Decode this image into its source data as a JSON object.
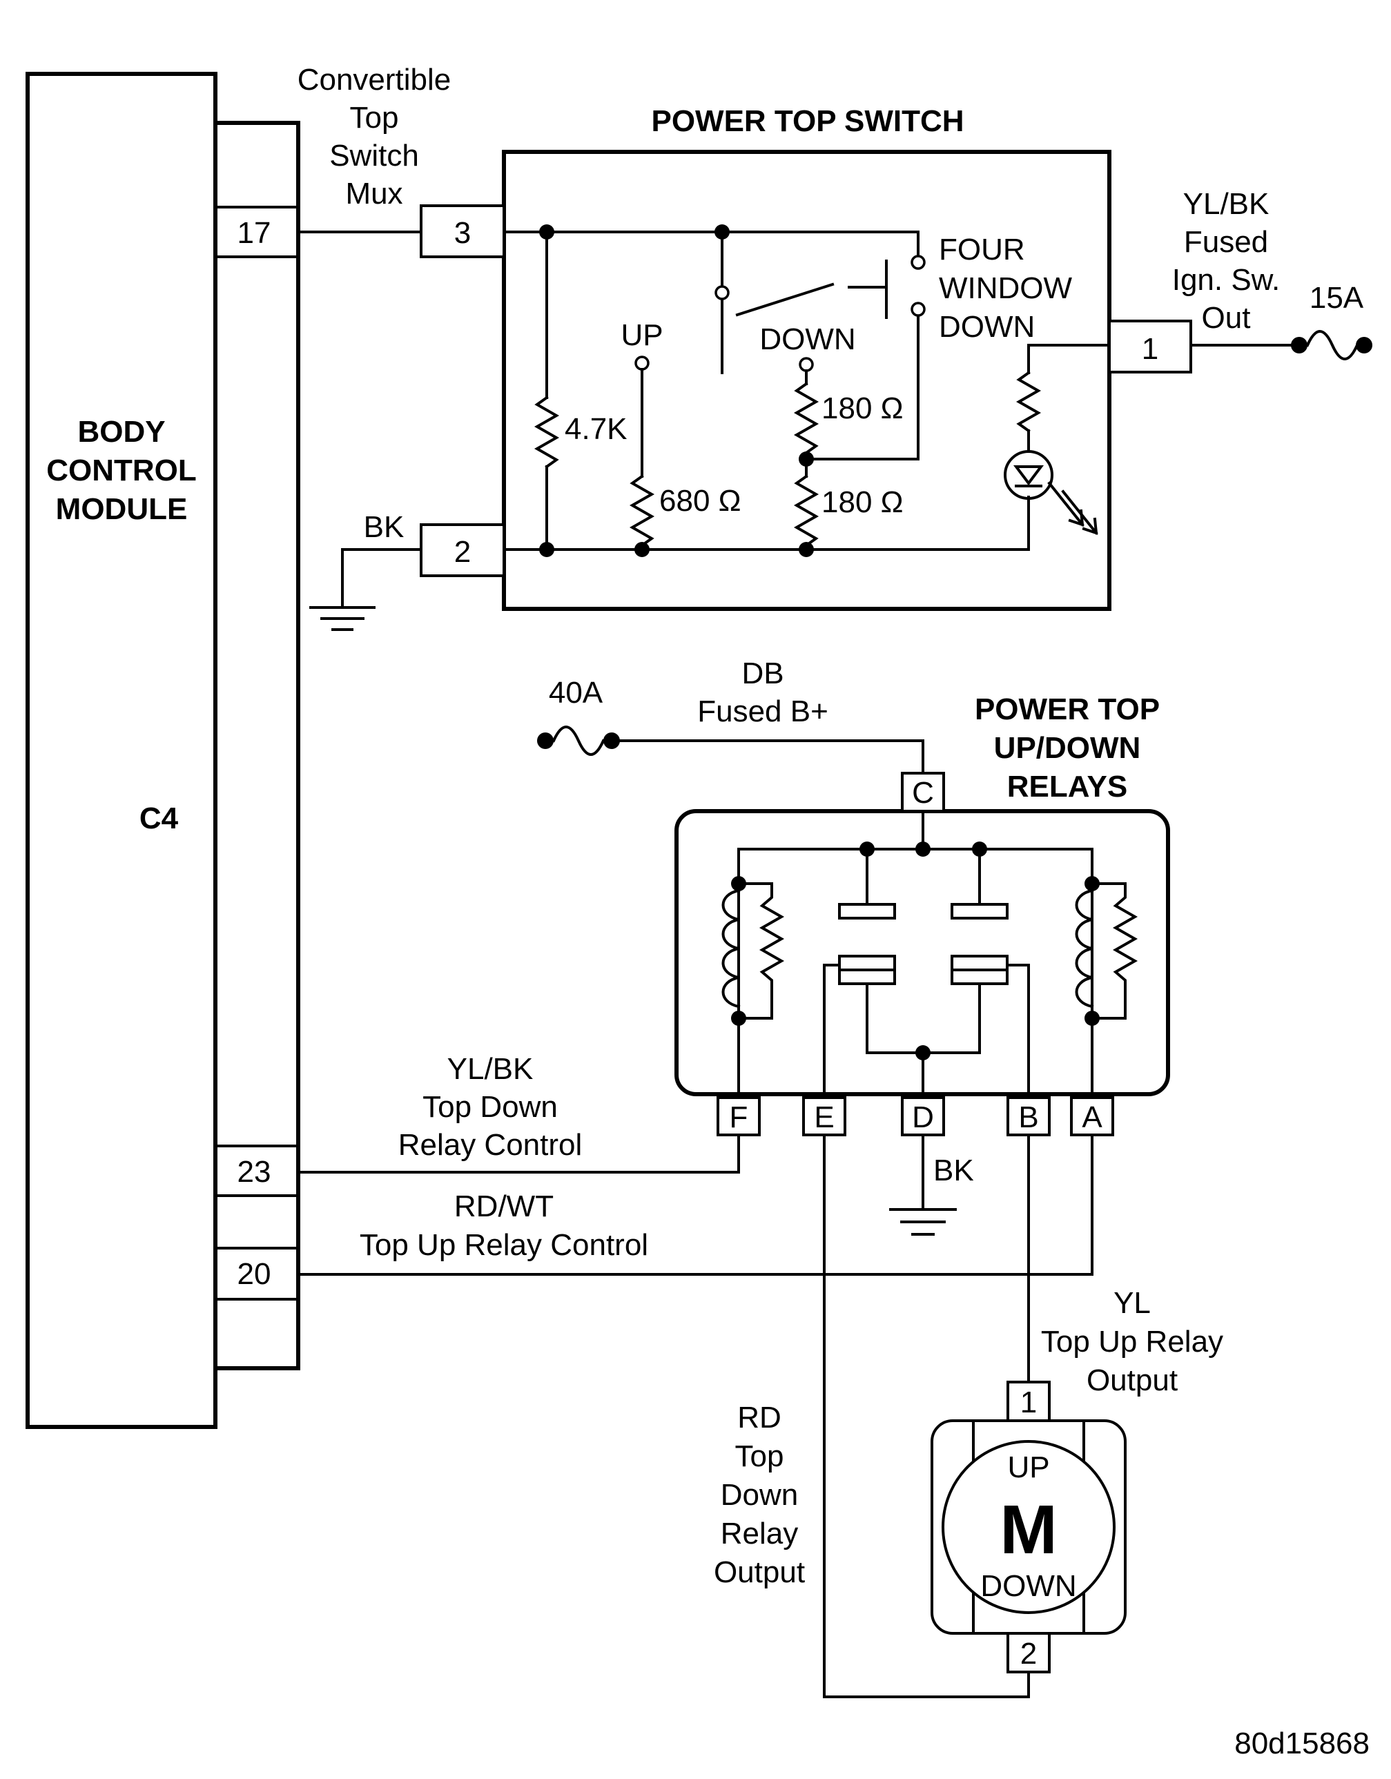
{
  "bcm": {
    "title": [
      "BODY",
      "CONTROL",
      "MODULE"
    ],
    "connector": "C4",
    "pins": {
      "p17": "17",
      "p23": "23",
      "p20": "20"
    }
  },
  "wires": {
    "mux": [
      "Convertible",
      "Top",
      "Switch",
      "Mux"
    ],
    "ground_top": "BK",
    "ign": [
      "YL/BK",
      "Fused",
      "Ign. Sw.",
      "Out"
    ],
    "fuse_15": "15A",
    "fuse_40": "40A",
    "b_plus": [
      "DB",
      "Fused B+"
    ],
    "top_down_ctrl": [
      "YL/BK",
      "Top Down",
      "Relay Control"
    ],
    "top_up_ctrl": [
      "RD/WT",
      "Top Up Relay Control"
    ],
    "ground_relay": "BK",
    "up_out": [
      "YL",
      "Top Up Relay",
      "Output"
    ],
    "down_out": [
      "RD",
      "Top",
      "Down",
      "Relay",
      "Output"
    ]
  },
  "switch": {
    "title": "POWER TOP SWITCH",
    "pins": {
      "p3": "3",
      "p2": "2",
      "p1": "1"
    },
    "r_4k7": "4.7K",
    "r_680": "680 Ω",
    "r_180a": "180 Ω",
    "r_180b": "180 Ω",
    "up": "UP",
    "down": "DOWN",
    "four_window": [
      "FOUR",
      "WINDOW",
      "DOWN"
    ]
  },
  "relays": {
    "title": [
      "POWER TOP",
      "UP/DOWN",
      "RELAYS"
    ],
    "pins": {
      "c": "C",
      "f": "F",
      "e": "E",
      "d": "D",
      "b": "B",
      "a": "A"
    }
  },
  "motor": {
    "letter": "M",
    "up": "UP",
    "down": "DOWN",
    "pins": {
      "p1": "1",
      "p2": "2"
    }
  },
  "figure_id": "80d15868"
}
